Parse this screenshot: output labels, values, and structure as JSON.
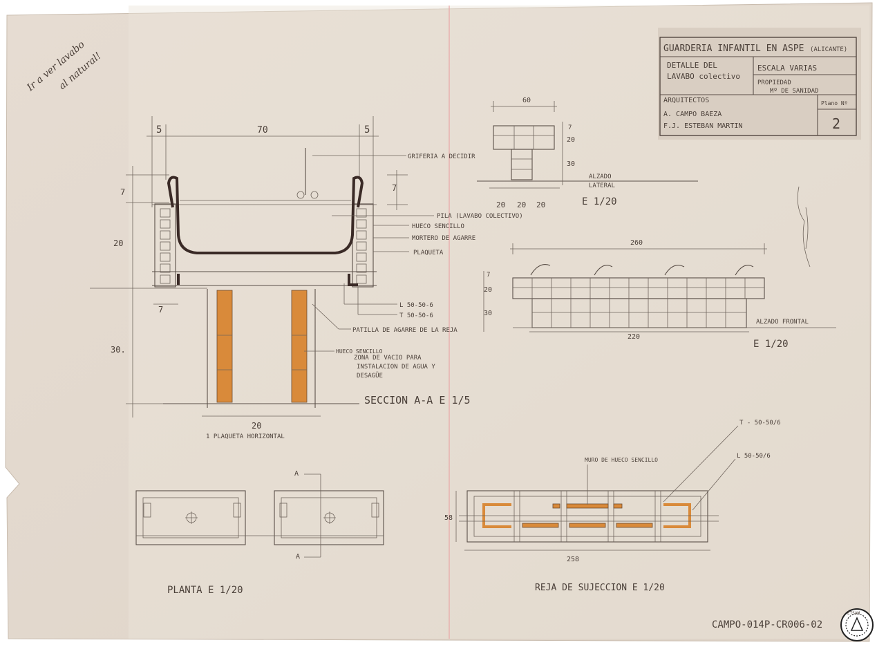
{
  "title_block": {
    "project": "GUARDERIA INFANTIL EN ASPE",
    "location": "(ALICANTE)",
    "detail_line1": "DETALLE DEL",
    "detail_line2": "LAVABO colectivo",
    "scale": "ESCALA VARIAS",
    "property_label": "PROPIEDAD",
    "property_value": "Mº DE SANIDAD",
    "architects_label": "ARQUITECTOS",
    "architect_1": "A. CAMPO BAEZA",
    "architect_2": "F.J. ESTEBAN MARTIN",
    "plano_label": "Plano Nº",
    "plano_value": "2"
  },
  "handwritten_note": {
    "line1": "Ir a ver lavabo",
    "line2": "al natural!"
  },
  "section_a": {
    "dims": {
      "left_5": "5",
      "top_70": "70",
      "right_5": "5",
      "left_7": "7",
      "right_7": "7",
      "left_20": "20",
      "bottom_7": "7",
      "left_30": "30.",
      "bottom_20": "20"
    },
    "labels": {
      "griferia": "GRIFERIA A DECIDIR",
      "pila": "PILA (LAVABO COLECTIVO)",
      "hueco_1": "HUECO SENCILLO",
      "mortero": "MORTERO DE AGARRE",
      "plaqueta": "PLAQUETA",
      "l_profile": "L 50-50-6",
      "t_profile": "T 50-50-6",
      "patilla": "PATILLA DE AGARRE DE LA REJA",
      "hueco_2": "HUECO SENCILLO",
      "zona_1": "ZONA DE VACIO PARA",
      "zona_2": "INSTALACION DE AGUA Y",
      "zona_3": "DESAGÜE",
      "caption": "SECCION A-A  E 1/5",
      "plaqueta_h": "1 PLAQUETA HORIZONTAL"
    }
  },
  "lateral": {
    "top_60": "60",
    "r_7": "7",
    "r_20": "20",
    "r_30": "30",
    "b_20a": "20",
    "b_20b": "20",
    "b_20c": "20",
    "label_1": "ALZADO",
    "label_2": "LATERAL",
    "scale": "E 1/20"
  },
  "frontal": {
    "top_260": "260",
    "l_7": "7",
    "l_20": "20",
    "l_30": "30",
    "bottom_220": "220",
    "label": "ALZADO FRONTAL",
    "scale": "E 1/20"
  },
  "planta": {
    "mark_a_top": "A",
    "mark_a_bottom": "A",
    "caption": "PLANTA  E 1/20"
  },
  "reja": {
    "t_label": "T - 50-50/6",
    "l_label": "L 50-50/6",
    "muro_label": "MURO DE HUECO SENCILLO",
    "dim_58": "58",
    "dim_258": "258",
    "caption": "REJA DE SUJECCION  E 1/20"
  },
  "footer": {
    "code": "CAMPO-014P-CR006-02",
    "seal_text": "ETSAM"
  }
}
